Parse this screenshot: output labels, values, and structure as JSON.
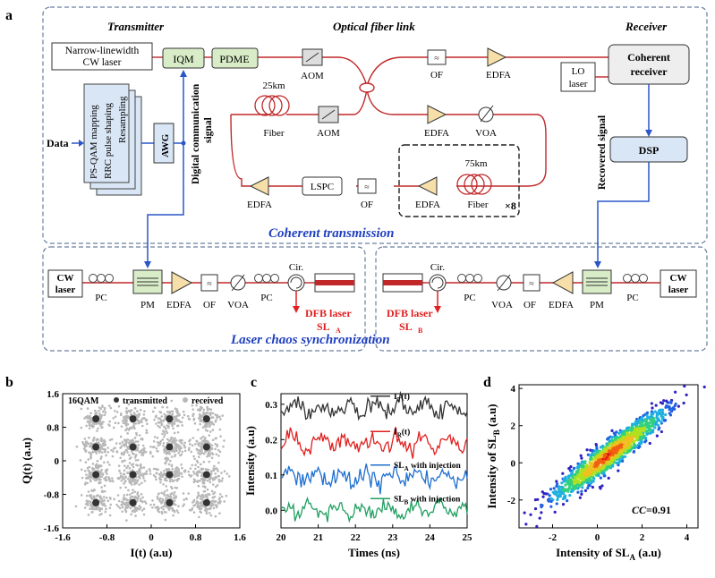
{
  "panels": {
    "a": "a",
    "b": "b",
    "c": "c",
    "d": "d"
  },
  "sections": {
    "transmitter": "Transmitter",
    "fiber_link": "Optical fiber link",
    "receiver": "Receiver",
    "coherent": "Coherent transmission",
    "chaos_sync": "Laser chaos synchronization"
  },
  "tx": {
    "laser_l1": "Narrow-linewidth",
    "laser_l2": "CW laser",
    "iqm": "IQM",
    "pdme": "PDME",
    "data": "Data",
    "stage1": "PS-QAM mapping",
    "stage2": "RRC pulse shaping",
    "stage3": "Resampling",
    "awg": "AWG",
    "dcs_l1": "Digital communication",
    "dcs_l2": "signal"
  },
  "link": {
    "aom1": "AOM",
    "aom2": "AOM",
    "of1": "OF",
    "edfa1": "EDFA",
    "edfa2": "EDFA",
    "voa": "VOA",
    "fiber1_len": "25km",
    "fiber1": "Fiber",
    "fiber2_len": "75km",
    "fiber2": "Fiber",
    "edfa3": "EDFA",
    "times": "×8",
    "of2": "OF",
    "lspc": "LSPC",
    "edfa4": "EDFA"
  },
  "rx": {
    "lo_l1": "LO",
    "lo_l2": "laser",
    "coh_l1": "Coherent",
    "coh_l2": "receiver",
    "dsp": "DSP",
    "recovered": "Recovered signal"
  },
  "chaos_left": {
    "cw_l1": "CW",
    "cw_l2": "laser",
    "pc1": "PC",
    "pm": "PM",
    "edfa": "EDFA",
    "of": "OF",
    "voa": "VOA",
    "pc2": "PC",
    "cir": "Cir.",
    "dfb": "DFB laser",
    "sl": "SL",
    "sub": "A"
  },
  "chaos_right": {
    "cw_l1": "CW",
    "cw_l2": "laser",
    "pc1": "PC",
    "pm": "PM",
    "edfa": "EDFA",
    "of": "OF",
    "voa": "VOA",
    "pc2": "PC",
    "cir": "Cir.",
    "dfb": "DFB laser",
    "sl": "SL",
    "sub": "B"
  },
  "colors": {
    "accent_blue": "#1f3fbf",
    "fiber_red": "#c0282a",
    "edfa_fill": "#f6dfa8",
    "box_fill": "#d9e6f5",
    "green_box": "#d8ecc8",
    "chaos_red": "#e02020"
  },
  "chart_data": [
    {
      "type": "scatter",
      "legend": [
        "16QAM",
        "transmitted",
        "received"
      ],
      "xlabel": "I(t) (a.u)",
      "ylabel": "Q(t) (a.u)",
      "xlim": [
        -1.6,
        1.6
      ],
      "ylim": [
        -1.6,
        1.6
      ],
      "xticks": [
        "-1.6",
        "-0.8",
        "0",
        "0.8",
        "1.6"
      ],
      "yticks": [
        "1.6",
        "0.8",
        "0",
        "-0.8",
        "-1.6"
      ],
      "series": [
        {
          "name": "transmitted",
          "points": [
            [
              -1.0,
              1.0
            ],
            [
              -0.33,
              1.0
            ],
            [
              0.33,
              1.0
            ],
            [
              1.0,
              1.0
            ],
            [
              -1.0,
              0.33
            ],
            [
              -0.33,
              0.33
            ],
            [
              0.33,
              0.33
            ],
            [
              1.0,
              0.33
            ],
            [
              -1.0,
              -0.33
            ],
            [
              -0.33,
              -0.33
            ],
            [
              0.33,
              -0.33
            ],
            [
              1.0,
              -0.33
            ],
            [
              -1.0,
              -1.0
            ],
            [
              -0.33,
              -1.0
            ],
            [
              0.33,
              -1.0
            ],
            [
              1.0,
              -1.0
            ]
          ]
        }
      ]
    },
    {
      "type": "line",
      "xlabel": "Times (ns)",
      "ylabel": "Intensity (a.u)",
      "xlim": [
        20,
        25
      ],
      "ylim": [
        -0.05,
        0.33
      ],
      "xticks": [
        "20",
        "21",
        "22",
        "23",
        "24",
        "25"
      ],
      "yticks": [
        "0.3",
        "0.2",
        "0.1",
        "0.0"
      ],
      "series": [
        {
          "name": "I",
          "sub": "T",
          "suffix": "(t)",
          "color": "#333333",
          "offset": 0.29
        },
        {
          "name": "I",
          "sub": "R",
          "suffix": "(t)",
          "color": "#e02020",
          "offset": 0.19
        },
        {
          "name": "SL",
          "sub": "A",
          "suffix": " with injection",
          "color": "#1f6fd0",
          "offset": 0.095
        },
        {
          "name": "SL",
          "sub": "B",
          "suffix": " with injection",
          "color": "#20a060",
          "offset": 0.0
        }
      ]
    },
    {
      "type": "scatter",
      "xlabel": "Intensity of SL",
      "xsub": "A",
      "xunit": " (a.u)",
      "ylabel": "Intensity of SL",
      "ysub": "B",
      "yunit": " (a.u)",
      "xlim": [
        -3.5,
        4.5
      ],
      "ylim": [
        -3.5,
        4.2
      ],
      "xticks": [
        "-2",
        "0",
        "2",
        "4"
      ],
      "yticks": [
        "4",
        "2",
        "0",
        "-2"
      ],
      "cc_label": "CC",
      "cc_value": "=0.91"
    }
  ]
}
